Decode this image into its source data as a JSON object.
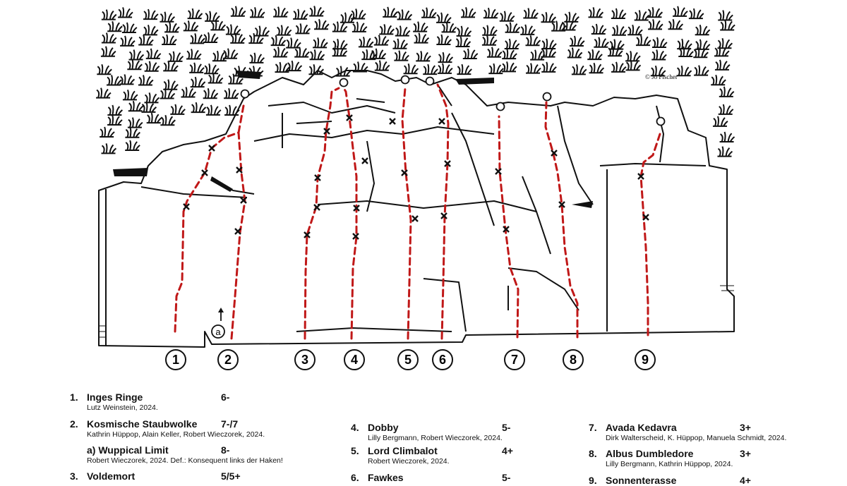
{
  "copyright": "© Jo Fischer",
  "route_numbers": [
    "1",
    "2",
    "3",
    "4",
    "5",
    "6",
    "7",
    "8",
    "9"
  ],
  "variant_marker": "a",
  "routes": [
    {
      "nr": "1.",
      "name": "Inges Ringe",
      "grade": "6-",
      "authors": "Lutz Weinstein, 2024."
    },
    {
      "nr": "2.",
      "name": "Kosmische Staubwolke",
      "grade": "7-/7",
      "authors": "Kathrin Hüppop, Alain Keller, Robert Wieczorek, 2024."
    },
    {
      "nr": "",
      "name": "a) Wuppical Limit",
      "grade": "8-",
      "authors": "Robert Wieczorek, 2024. Def.: Konsequent links der Haken!"
    },
    {
      "nr": "3.",
      "name": "Voldemort",
      "grade": "5/5+",
      "authors": ""
    },
    {
      "nr": "4.",
      "name": "Dobby",
      "grade": "5-",
      "authors": "Lilly Bergmann, Robert Wieczorek, 2024."
    },
    {
      "nr": "5.",
      "name": "Lord Climbalot",
      "grade": "4+",
      "authors": "Robert Wieczorek, 2024."
    },
    {
      "nr": "6.",
      "name": "Fawkes",
      "grade": "5-",
      "authors": ""
    },
    {
      "nr": "7.",
      "name": "Avada Kedavra",
      "grade": "3+",
      "authors": "Dirk Walterscheid, K. Hüppop, Manuela Schmidt, 2024."
    },
    {
      "nr": "8.",
      "name": "Albus Dumbledore",
      "grade": "3+",
      "authors": "Lilly Bergmann, Kathrin Hüppop, 2024."
    },
    {
      "nr": "9.",
      "name": "Sonnenterasse",
      "grade": "4+",
      "authors": ""
    }
  ]
}
